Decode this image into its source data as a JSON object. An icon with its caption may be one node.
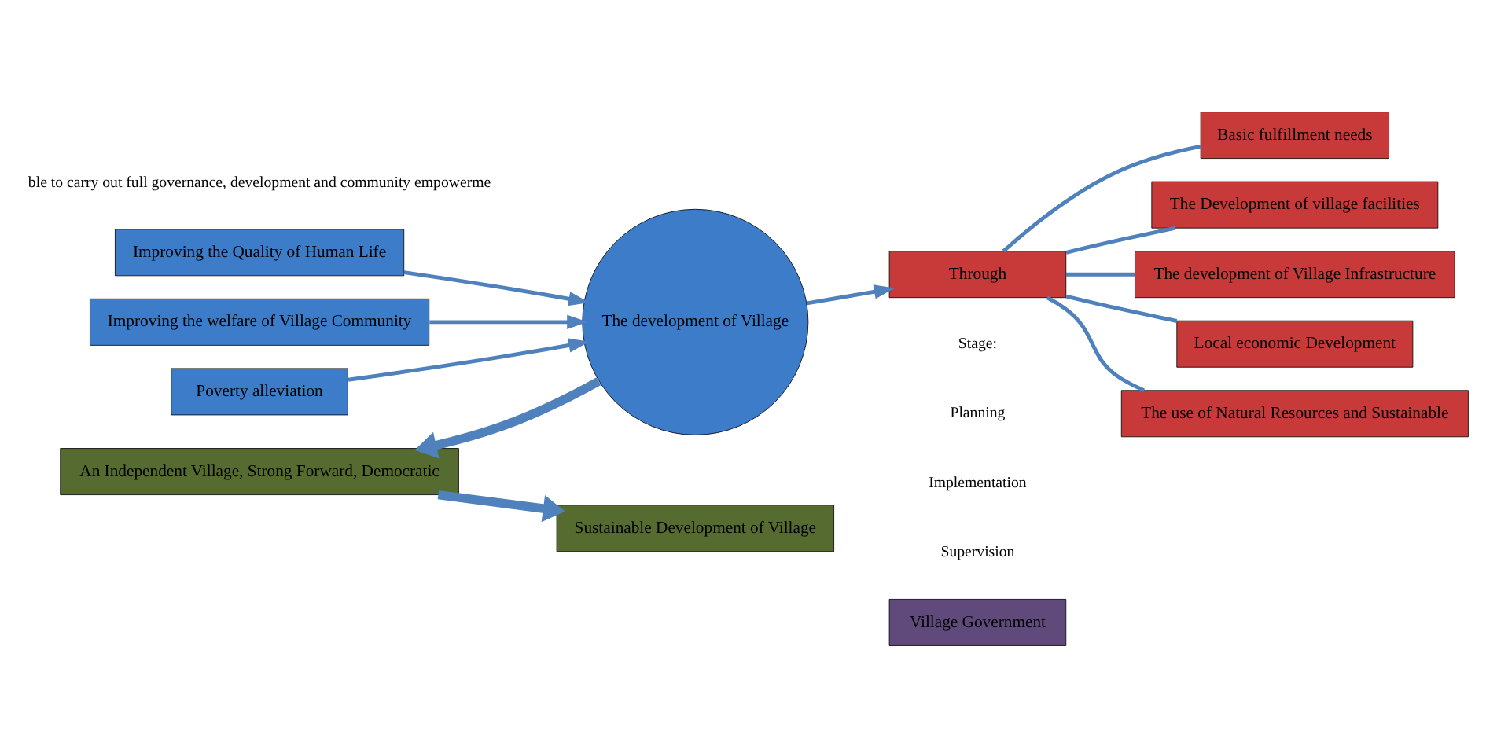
{
  "diagram": {
    "nodes": [
      {
        "text": [
          "Improving the Quality of Human Life"
        ]
      },
      {
        "text": [
          "Improving the welfare of Village Community"
        ]
      },
      {
        "text": [
          "Poverty alleviation"
        ]
      },
      {
        "text": [
          "The development of Village"
        ]
      },
      {
        "text": [
          "Through"
        ]
      },
      {
        "text": [
          "Basic fulfillment needs"
        ]
      },
      {
        "text": [
          "The Development of village facilities"
        ]
      },
      {
        "text": [
          "The development of Village Infrastructure"
        ]
      },
      {
        "text": [
          "Local economic Development"
        ]
      },
      {
        "text": [
          "The use of Natural Resources and Sustainable"
        ]
      },
      {
        "text": [
          "An Independent Village, Strong Forward, Democratic"
        ]
      },
      {
        "text": [
          "Sustainable Development of Village"
        ]
      },
      {
        "text": [
          "Village Government"
        ]
      }
    ],
    "edges": [
      {
        "from": 0,
        "to": 3,
        "arrow": "to"
      },
      {
        "from": 1,
        "to": 3,
        "arrow": "to"
      },
      {
        "from": 2,
        "to": 3,
        "arrow": "to"
      },
      {
        "from": 3,
        "to": 4,
        "arrow": "to"
      },
      {
        "from": 4,
        "to": 5,
        "arrow": "none"
      },
      {
        "from": 4,
        "to": 6,
        "arrow": "none"
      },
      {
        "from": 4,
        "to": 7,
        "arrow": "none"
      },
      {
        "from": 4,
        "to": 8,
        "arrow": "none"
      },
      {
        "from": 4,
        "to": 9,
        "arrow": "none"
      },
      {
        "from": 3,
        "to": 10,
        "arrow": "to",
        "style": "thick"
      },
      {
        "from": 10,
        "to": 11,
        "arrow": "to",
        "style": "thick"
      }
    ],
    "labels": [
      "ble to carry out full governance, development and community empowerme",
      "Stage:",
      "Planning",
      "Implementation",
      "Supervision"
    ]
  }
}
